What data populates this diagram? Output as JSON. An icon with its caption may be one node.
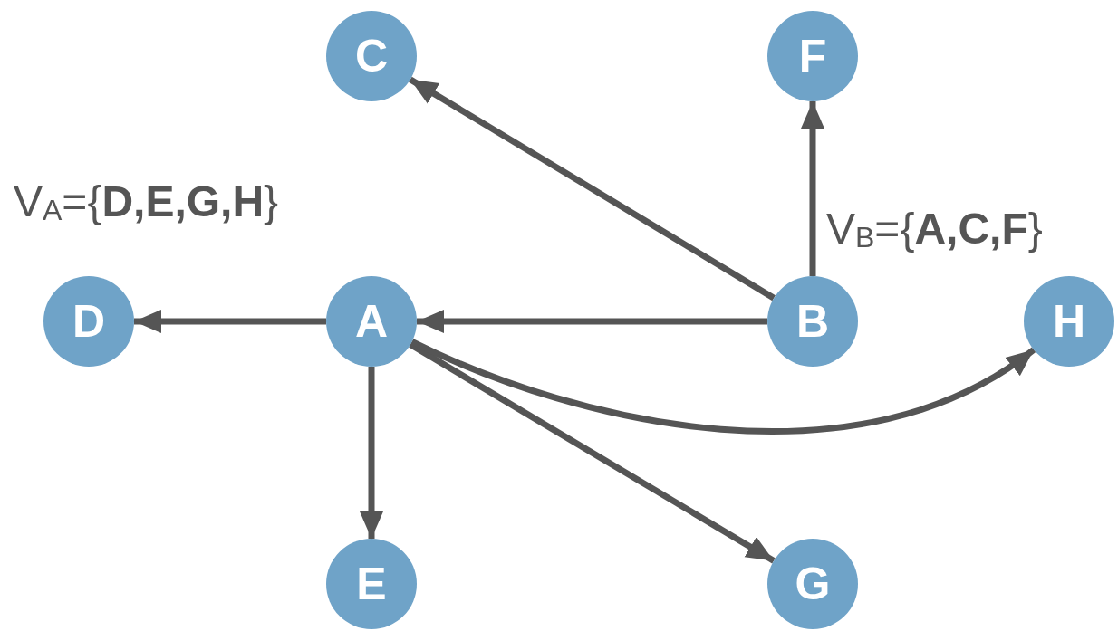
{
  "diagram": {
    "nodes": [
      {
        "text": [
          "C"
        ]
      },
      {
        "text": [
          "F"
        ]
      },
      {
        "text": [
          "D"
        ]
      },
      {
        "text": [
          "A"
        ]
      },
      {
        "text": [
          "B"
        ]
      },
      {
        "text": [
          "H"
        ]
      },
      {
        "text": [
          "E"
        ]
      },
      {
        "text": [
          "G"
        ]
      }
    ],
    "edges": [
      {
        "from": 4,
        "to": 0,
        "arrow": "to"
      },
      {
        "from": 4,
        "to": 1,
        "arrow": "to"
      },
      {
        "from": 4,
        "to": 3,
        "arrow": "to"
      },
      {
        "from": 3,
        "to": 2,
        "arrow": "to"
      },
      {
        "from": 3,
        "to": 6,
        "arrow": "to"
      },
      {
        "from": 3,
        "to": 7,
        "arrow": "to"
      },
      {
        "from": 3,
        "to": 5,
        "arrow": "to"
      }
    ],
    "labels": [
      "V$_{A}$={**D,E,G,H**}",
      "V$_{B}$={**A,C,F**}"
    ]
  }
}
